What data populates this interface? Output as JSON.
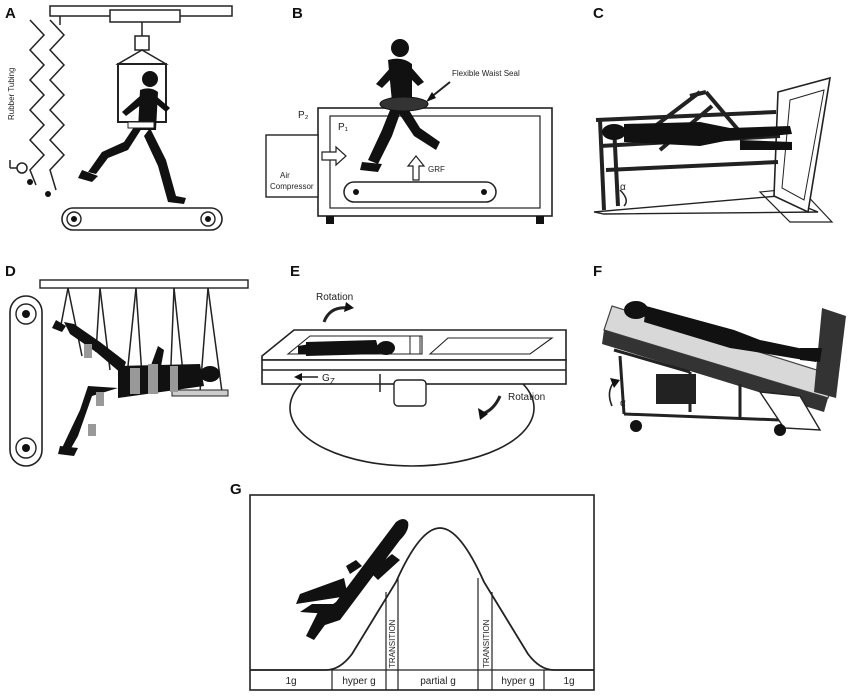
{
  "panels": {
    "A": {
      "label": "A",
      "tubing": "Rubber Tubing"
    },
    "B": {
      "label": "B",
      "seal": "Flexible Waist Seal",
      "p2": "P₂",
      "p1": "P₁",
      "compressor_line1": "Air",
      "compressor_line2": "Compressor",
      "grf": "GRF"
    },
    "C": {
      "label": "C",
      "alpha": "α"
    },
    "D": {
      "label": "D"
    },
    "E": {
      "label": "E",
      "rotation_top": "Rotation",
      "rotation_right": "Rotation",
      "gz": "G",
      "gz_sub": "Z"
    },
    "F": {
      "label": "F",
      "alpha": "α"
    },
    "G": {
      "label": "G",
      "segments": [
        "1g",
        "hyper g",
        "TRANSITION",
        "partial g",
        "TRANSITION",
        "hyper g",
        "1g"
      ]
    }
  }
}
